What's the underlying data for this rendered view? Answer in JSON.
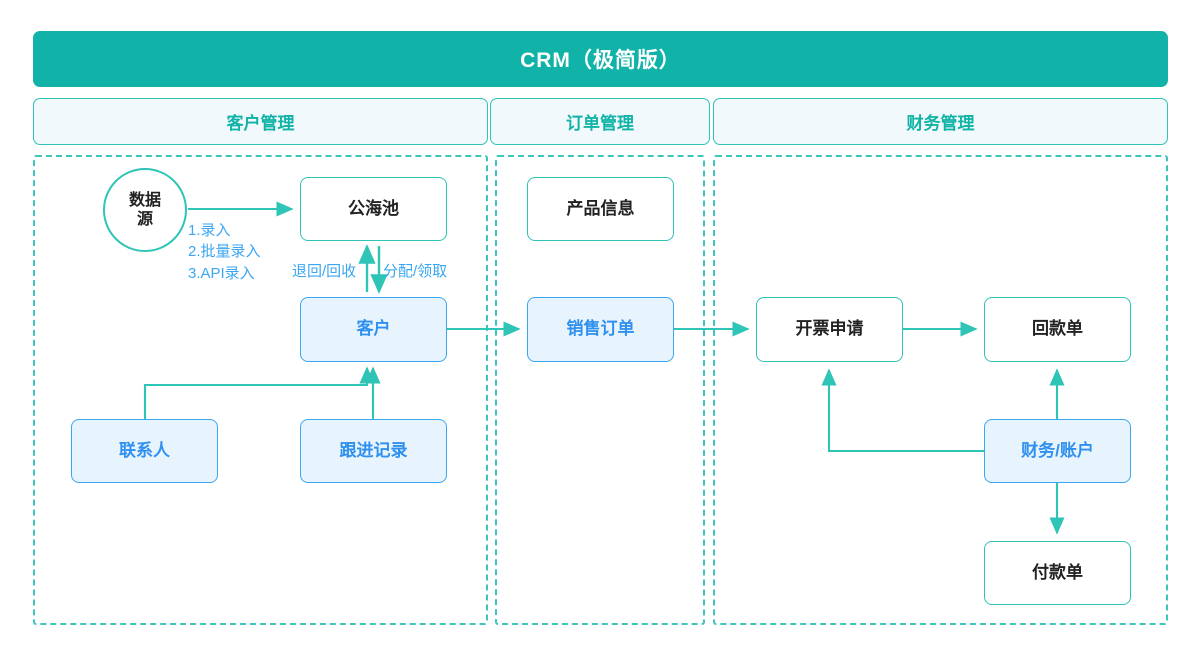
{
  "header": {
    "title": "CRM（极简版）",
    "bg_color": "#11b3a8",
    "text_color": "#ffffff"
  },
  "theme": {
    "teal": "#2ec4b6",
    "teal_dark": "#11b3a8",
    "blue": "#3ba6f2",
    "blue_fill": "#e8f4fd",
    "header_fill": "#f2f9fc",
    "node_text_dark": "#222222"
  },
  "sections": [
    {
      "id": "customer",
      "label": "客户管理"
    },
    {
      "id": "order",
      "label": "订单管理"
    },
    {
      "id": "finance",
      "label": "财务管理"
    }
  ],
  "nodes": [
    {
      "id": "data-source",
      "label": "数据源",
      "label_lines": [
        "数据",
        "源"
      ],
      "style": "circle",
      "section": "customer"
    },
    {
      "id": "public-pool",
      "label": "公海池",
      "style": "teal",
      "section": "customer"
    },
    {
      "id": "customer",
      "label": "客户",
      "style": "blue",
      "section": "customer"
    },
    {
      "id": "contact",
      "label": "联系人",
      "style": "blue",
      "section": "customer"
    },
    {
      "id": "followup",
      "label": "跟进记录",
      "style": "blue",
      "section": "customer"
    },
    {
      "id": "product-info",
      "label": "产品信息",
      "style": "teal",
      "section": "order"
    },
    {
      "id": "sales-order",
      "label": "销售订单",
      "style": "blue",
      "section": "order"
    },
    {
      "id": "invoice-request",
      "label": "开票申请",
      "style": "teal",
      "section": "finance"
    },
    {
      "id": "receipt",
      "label": "回款单",
      "style": "teal",
      "section": "finance"
    },
    {
      "id": "finance-account",
      "label": "财务/账户",
      "style": "blue",
      "section": "finance"
    },
    {
      "id": "payment",
      "label": "付款单",
      "style": "teal",
      "section": "finance"
    }
  ],
  "edge_labels": {
    "entry_methods": [
      "1.录入",
      "2.批量录入",
      "3.API录入"
    ],
    "return_recycle": "退回/回收",
    "assign_claim": "分配/领取"
  },
  "edges": [
    {
      "from": "data-source",
      "to": "public-pool",
      "label": "1.录入 2.批量录入 3.API录入"
    },
    {
      "from": "public-pool",
      "to": "customer",
      "label": "分配/领取"
    },
    {
      "from": "customer",
      "to": "public-pool",
      "label": "退回/回收"
    },
    {
      "from": "contact",
      "to": "customer",
      "label": ""
    },
    {
      "from": "followup",
      "to": "customer",
      "label": ""
    },
    {
      "from": "customer",
      "to": "sales-order",
      "label": ""
    },
    {
      "from": "sales-order",
      "to": "invoice-request",
      "label": ""
    },
    {
      "from": "invoice-request",
      "to": "receipt",
      "label": ""
    },
    {
      "from": "finance-account",
      "to": "invoice-request",
      "label": ""
    },
    {
      "from": "finance-account",
      "to": "receipt",
      "label": ""
    },
    {
      "from": "finance-account",
      "to": "payment",
      "label": ""
    }
  ]
}
